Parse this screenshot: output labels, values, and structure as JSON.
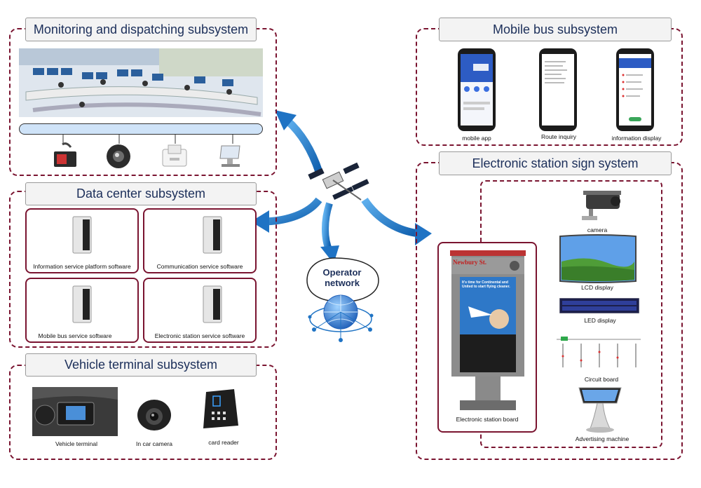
{
  "sections": {
    "monitoring": {
      "title": "Monitoring and dispatching subsystem"
    },
    "data_center": {
      "title": "Data center subsystem",
      "cards": [
        {
          "label": "Information service platform software"
        },
        {
          "label": "Communication service software"
        },
        {
          "label": "Mobile bus service software"
        },
        {
          "label": "Electronic station service software"
        }
      ]
    },
    "vehicle": {
      "title": "Vehicle terminal subsystem",
      "items": [
        {
          "label": "Vehicle terminal"
        },
        {
          "label": "In car camera"
        },
        {
          "label": "card reader"
        }
      ]
    },
    "mobile_bus": {
      "title": "Mobile bus subsystem",
      "phones": [
        {
          "label": "mobile app"
        },
        {
          "label": "Route inquiry"
        },
        {
          "label": "information display"
        }
      ]
    },
    "station_sign": {
      "title": "Electronic station sign system",
      "board_label": "Electronic station board",
      "board_sign": "Newbury St.",
      "poster_text": "It's time for Continental and United to start flying cleaner.",
      "devices": [
        {
          "label": "camera"
        },
        {
          "label": "LCD display"
        },
        {
          "label": "LED display"
        },
        {
          "label": "Circuit board"
        },
        {
          "label": "Advertising machine"
        }
      ]
    }
  },
  "center": {
    "network_label_line1": "Operator",
    "network_label_line2": "network"
  },
  "colors": {
    "frame": "#7a1430",
    "title_text": "#1c2f5a",
    "arrow": "#1f73c4"
  }
}
